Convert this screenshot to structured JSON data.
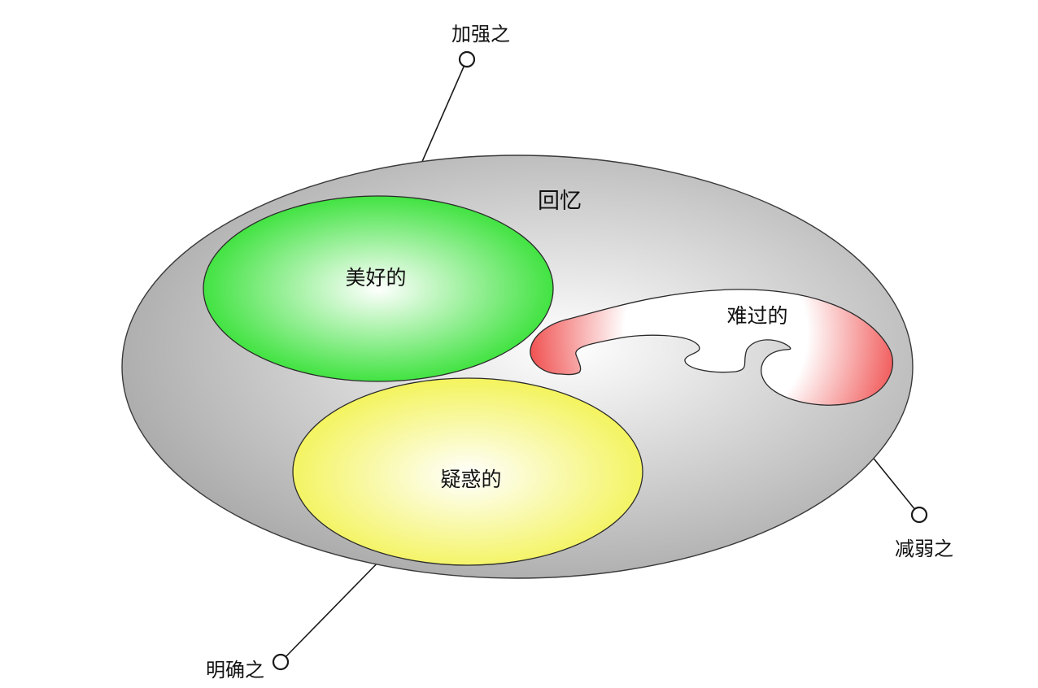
{
  "diagram": {
    "main": {
      "label": "回忆",
      "fill_center": "#ffffff",
      "fill_edge": "#a6a6a6"
    },
    "regions": {
      "good": {
        "label": "美好的",
        "fill_center": "#ffffff",
        "fill_edge": "#2fe02f"
      },
      "sad": {
        "label": "难过的",
        "fill_center": "#ffffff",
        "fill_edge": "#ee3434"
      },
      "doubt": {
        "label": "疑惑的",
        "fill_center": "#ffffff",
        "fill_edge": "#f2f24a"
      }
    },
    "callouts": {
      "strengthen": {
        "label": "加强之"
      },
      "weaken": {
        "label": "减弱之"
      },
      "clarify": {
        "label": "明确之"
      }
    }
  }
}
